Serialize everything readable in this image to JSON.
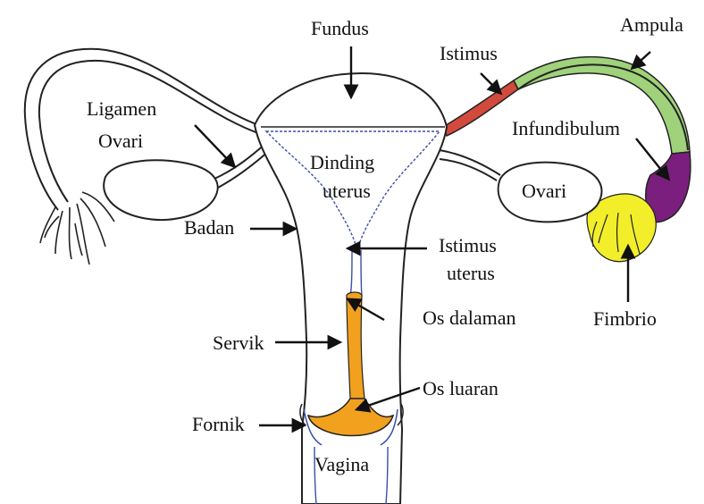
{
  "labels": {
    "fundus": "Fundus",
    "istimus": "Istimus",
    "ampula": "Ampula",
    "ligamen_line1": "Ligamen",
    "ligamen_line2": "Ovari",
    "infundibulum": "Infundibulum",
    "dinding_line1": "Dinding",
    "dinding_line2": "uterus",
    "ovari_right": "Ovari",
    "badan": "Badan",
    "istimus_uterus_line1": "Istimus",
    "istimus_uterus_line2": "uterus",
    "os_dalaman": "Os dalaman",
    "servik": "Servik",
    "fimbrio": "Fimbrio",
    "os_luaran": "Os luaran",
    "fornik": "Fornik",
    "vagina": "Vagina"
  },
  "colors": {
    "outline": "#222222",
    "isthmus_tube": "#d24a3c",
    "ampulla_tube": "#9fd27a",
    "infundibulum": "#7a1f7e",
    "fimbriae": "#f2ee2a",
    "cervical_canal": "#f2a11f",
    "cavity_blue": "#3b4fa8"
  }
}
